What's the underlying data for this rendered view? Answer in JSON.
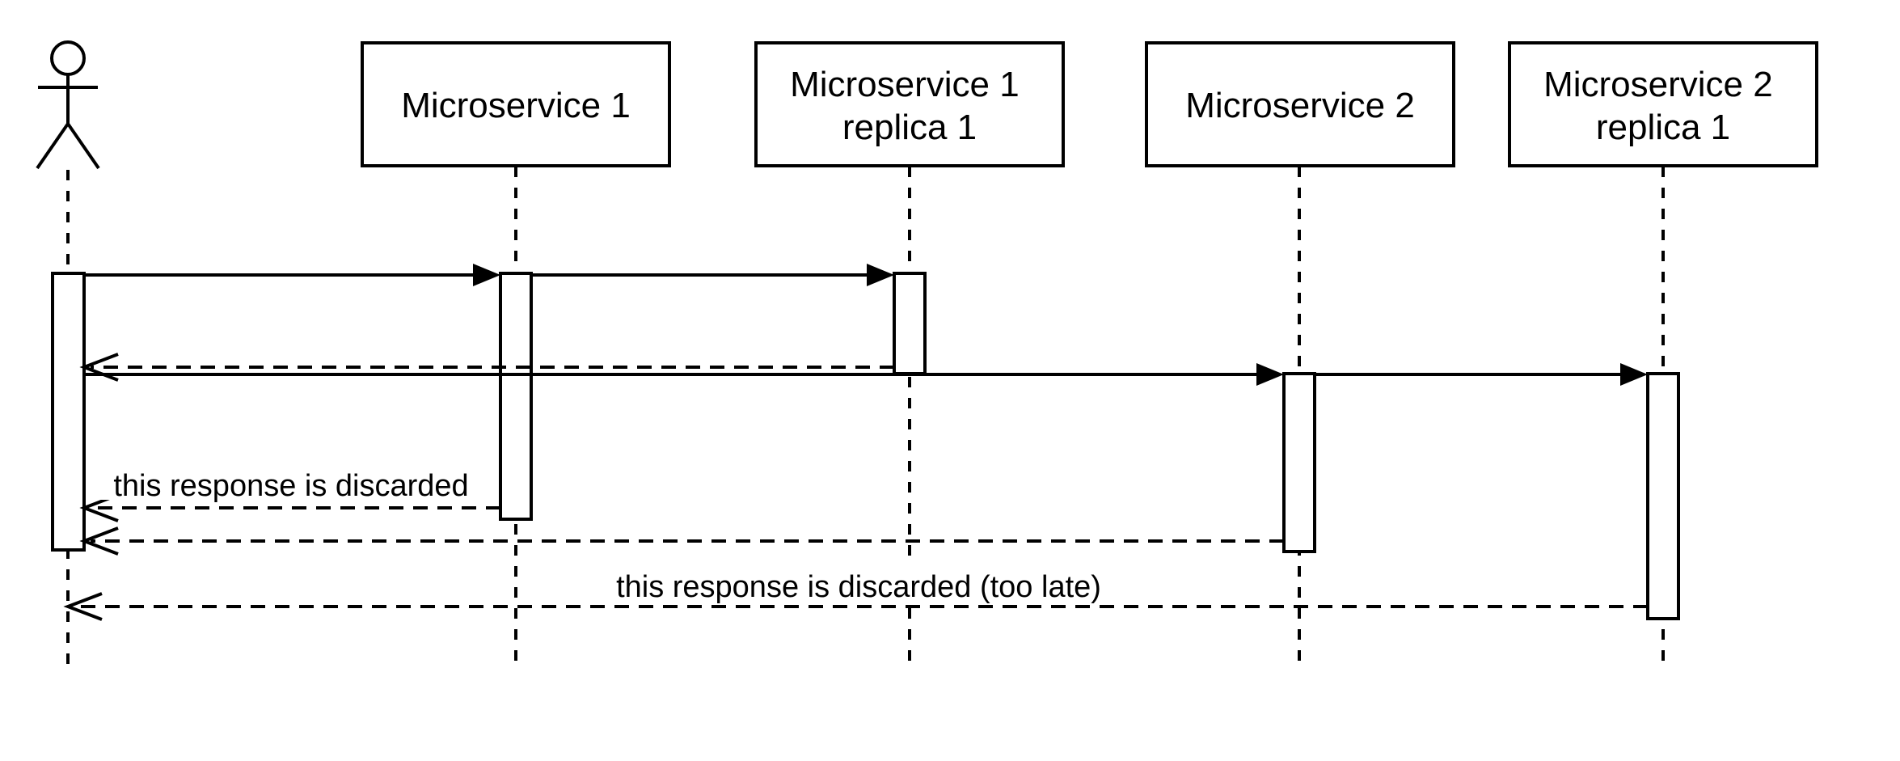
{
  "diagram_type": "uml-sequence-diagram",
  "colors": {
    "stroke": "#000000",
    "background": "#ffffff",
    "box_fill": "#ffffff"
  },
  "actor": {
    "name": "user-actor"
  },
  "participants": [
    {
      "name": "microservice-1",
      "lines": [
        "Microservice 1"
      ]
    },
    {
      "name": "microservice-1-replica-1",
      "lines": [
        "Microservice 1",
        "replica 1"
      ]
    },
    {
      "name": "microservice-2",
      "lines": [
        "Microservice 2"
      ]
    },
    {
      "name": "microservice-2-replica-1",
      "lines": [
        "Microservice 2",
        "replica 1"
      ]
    }
  ],
  "message_labels": {
    "response_discarded": "this response is discarded",
    "response_discarded_too_late": "this response is discarded (too late)"
  }
}
